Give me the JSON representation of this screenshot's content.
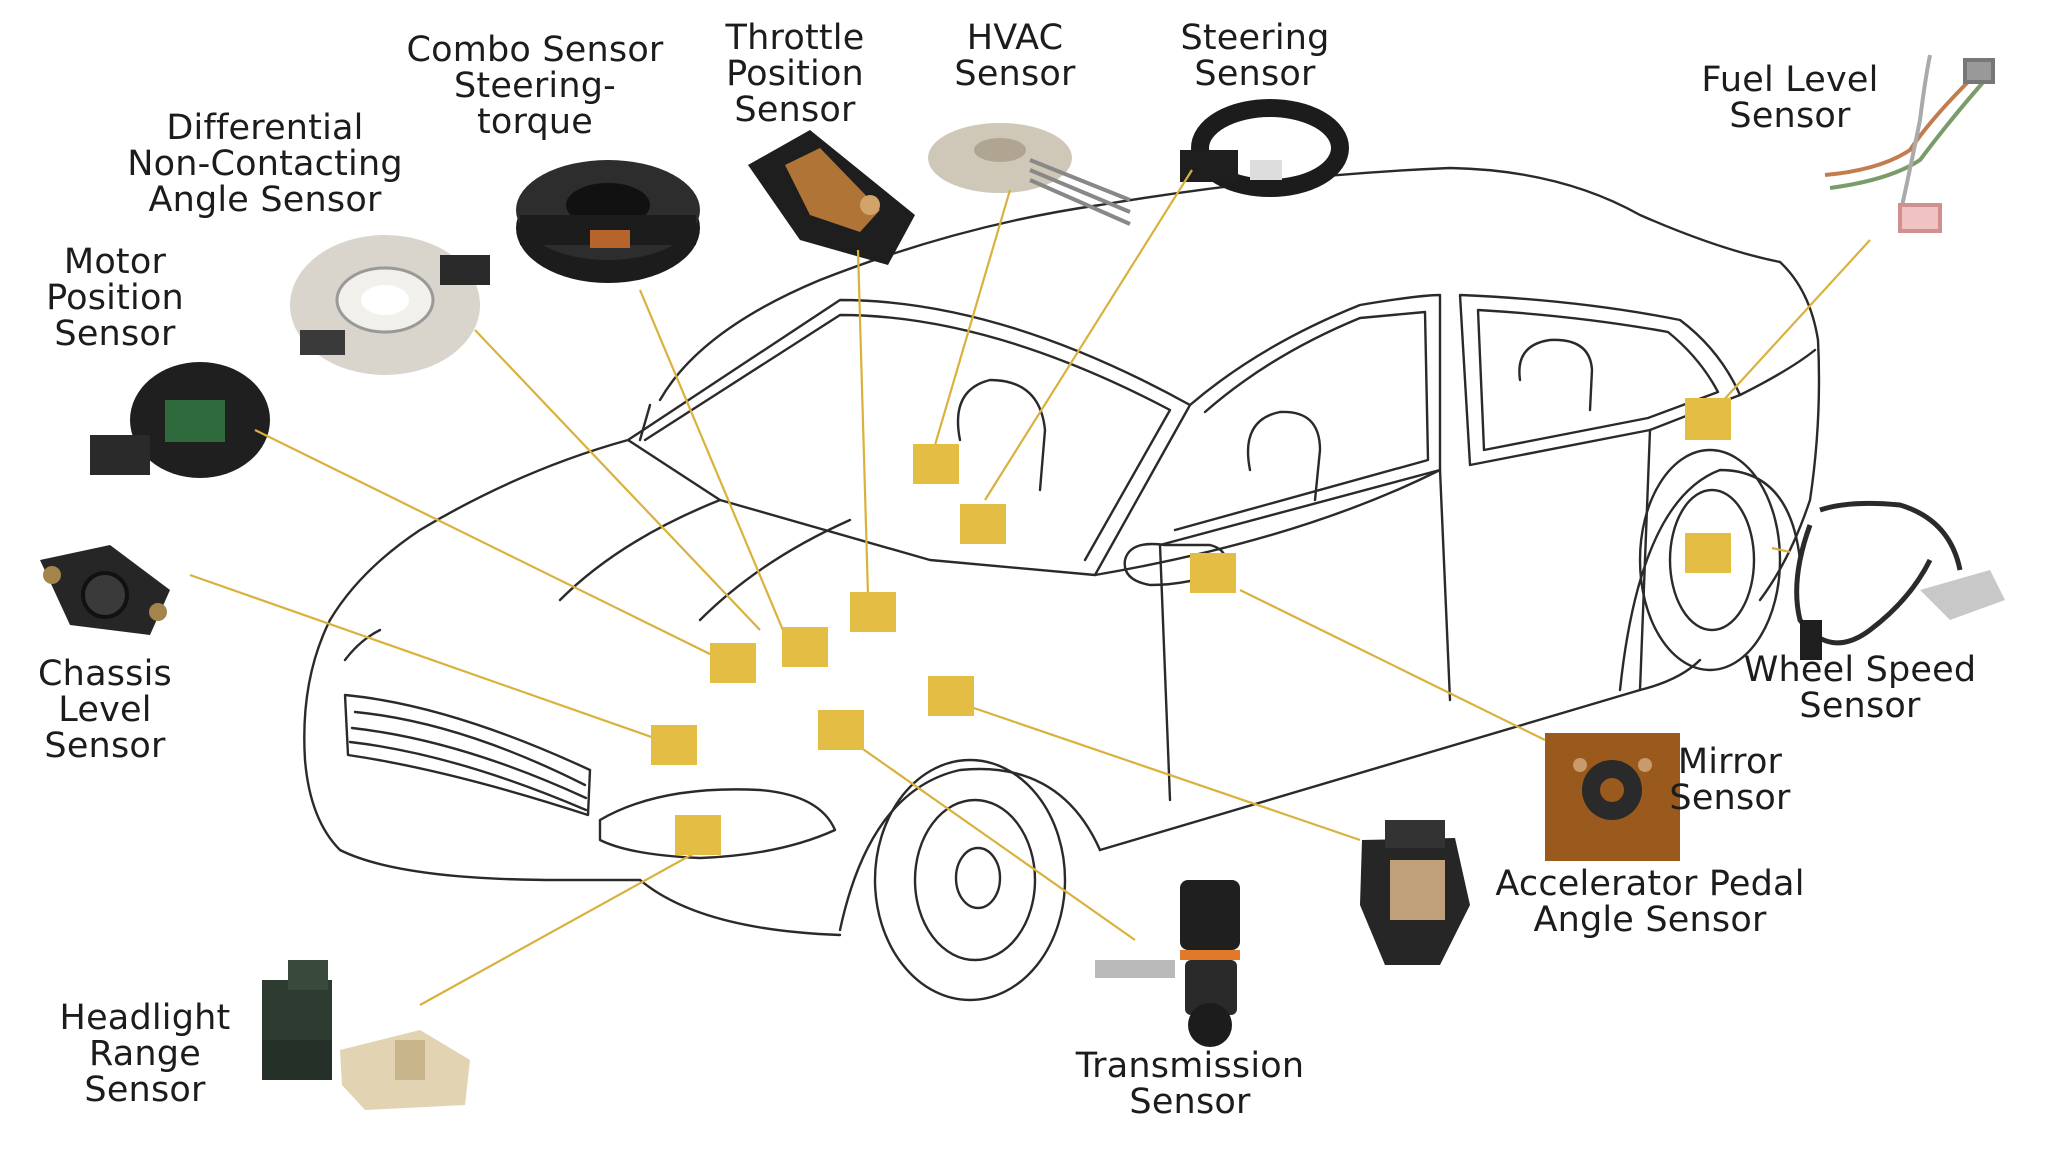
{
  "labels": {
    "combo": [
      "Combo Sensor",
      "Steering-",
      "torque"
    ],
    "throttle": [
      "Throttle",
      "Position",
      "Sensor"
    ],
    "hvac": [
      "HVAC",
      "Sensor"
    ],
    "steering": [
      "Steering",
      "Sensor"
    ],
    "fuel": [
      "Fuel Level",
      "Sensor"
    ],
    "differential": [
      "Differential",
      "Non-Contacting",
      "Angle Sensor"
    ],
    "motor": [
      "Motor",
      "Position",
      "Sensor"
    ],
    "chassis": [
      "Chassis",
      "Level",
      "Sensor"
    ],
    "wheel": [
      "Wheel Speed",
      "Sensor"
    ],
    "mirror": [
      "Mirror",
      "Sensor"
    ],
    "accelerator": [
      "Accelerator Pedal",
      "Angle Sensor"
    ],
    "transmission": [
      "Transmission",
      "Sensor"
    ],
    "headlight": [
      "Headlight",
      "Range",
      "Sensor"
    ]
  },
  "colors": {
    "marker": "#e4bd45",
    "leader": "#d9b13c",
    "car_outline": "#2a2a2a",
    "text": "#1c1c1c",
    "mirror_tile": "#9a5a1e"
  }
}
